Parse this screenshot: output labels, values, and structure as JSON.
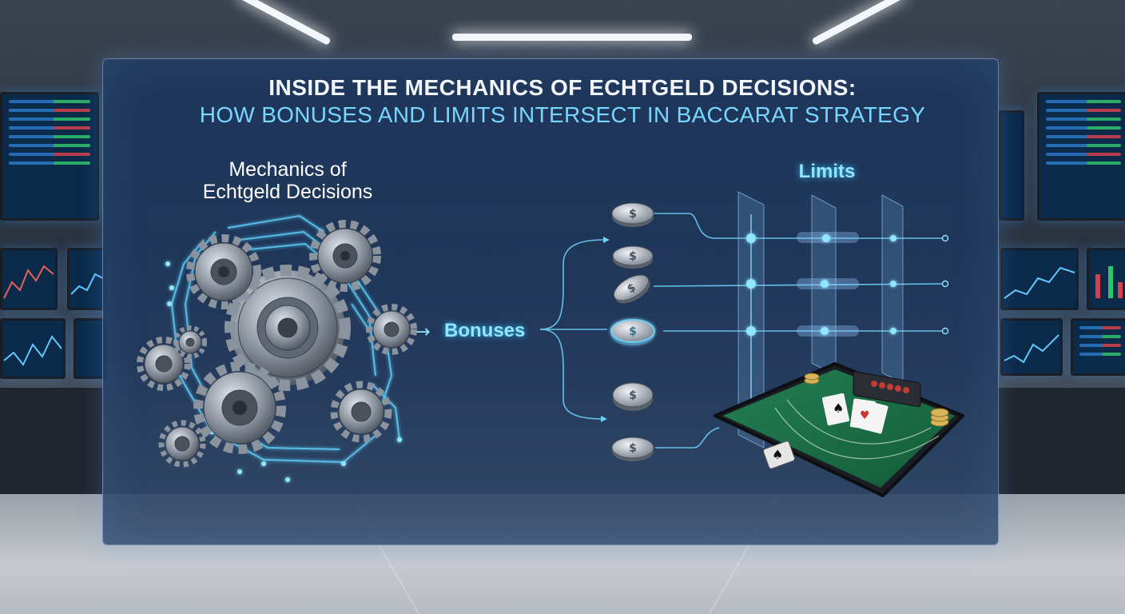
{
  "title": {
    "line1": "INSIDE THE MECHANICS OF ECHTGELD DECISIONS:",
    "line2": "HOW BONUSES AND LIMITS INTERSECT IN BACCARAT STRATEGY"
  },
  "labels": {
    "mechanics_line1": "Mechanics of",
    "mechanics_line2": "Echtgeld Decisions",
    "bonuses": "Bonuses",
    "limits": "Limits"
  },
  "icons": {
    "gears": "gear-cluster-icon",
    "chip": "dollar-chip-icon",
    "table": "baccarat-table-icon"
  },
  "colors": {
    "accent": "#78d6ff",
    "panel": "#1e385e",
    "felt": "#1e7a4e"
  }
}
